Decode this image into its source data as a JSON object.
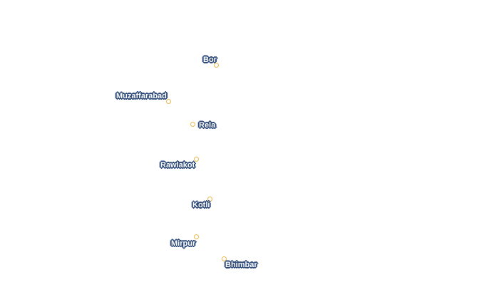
{
  "map": {
    "places": [
      {
        "id": "bor",
        "name": "Bor"
      },
      {
        "id": "muzaffarabad",
        "name": "Muzaffarabad"
      },
      {
        "id": "rela",
        "name": "Rela"
      },
      {
        "id": "rawlakot",
        "name": "Rawlakot"
      },
      {
        "id": "kotli",
        "name": "Kotli"
      },
      {
        "id": "mirpur",
        "name": "Mirpur"
      },
      {
        "id": "bhimbar",
        "name": "Bhimbar"
      }
    ],
    "colors": {
      "marker_stroke": "#e9b84c",
      "label_halo": "#2e4a7a",
      "label_text": "#ffffff"
    }
  }
}
